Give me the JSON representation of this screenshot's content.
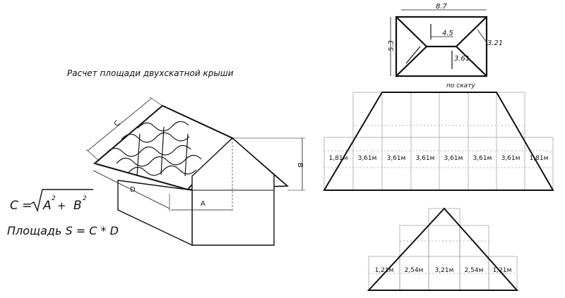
{
  "title": "Расчет площади двухскатной крыши",
  "house": {
    "label_c": "C",
    "label_b": "B",
    "label_d": "D",
    "label_a": "A"
  },
  "formulas": {
    "c_prefix": "C = ",
    "c_a": "A",
    "c_op": " + ",
    "c_b": "B",
    "c_exp": "2",
    "area": "Площадь S = C * D"
  },
  "plan": {
    "width": "8.7",
    "height": "5.3",
    "ridge": "4.5",
    "side": "3.21",
    "slope": "3.61",
    "note": "по скату"
  },
  "trapezoid_segments": [
    "1,81м",
    "3,61м",
    "3,61м",
    "3,61м",
    "3,61м",
    "3,61м",
    "3,61м",
    "1,81м"
  ],
  "triangle_segments": [
    "1,21м",
    "2,54м",
    "3,21м",
    "2,54м",
    "1,21м"
  ]
}
